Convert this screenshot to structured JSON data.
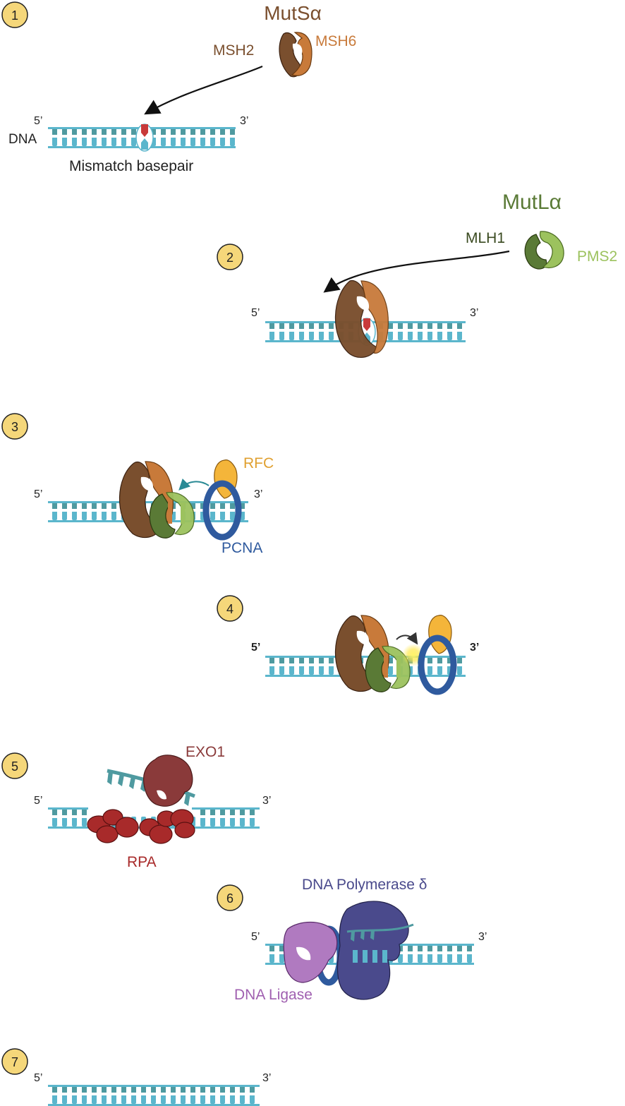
{
  "steps": [
    "1",
    "2",
    "3",
    "4",
    "5",
    "6",
    "7"
  ],
  "labels": {
    "mutsa": "MutSα",
    "msh2": "MSH2",
    "msh6": "MSH6",
    "dna": "DNA",
    "mismatch": "Mismatch basepair",
    "mutla": "MutLα",
    "mlh1": "MLH1",
    "pms2": "PMS2",
    "rfc": "RFC",
    "pcna": "PCNA",
    "exo1": "EXO1",
    "rpa": "RPA",
    "pol": "DNA Polymerase δ",
    "ligase": "DNA Ligase",
    "five": "5’",
    "three": "3’"
  },
  "colors": {
    "dna_light": "#5bb6cc",
    "dna_dark": "#4f9aa0",
    "msh2": "#7a4f2e",
    "msh6": "#c87a3a",
    "mlh1": "#5a7a36",
    "pms2": "#9cc25e",
    "rfc": "#f4b53a",
    "pcna": "#2f5a9e",
    "exo1": "#8a3a3a",
    "rpa": "#a82a2a",
    "pol": "#4a4a8c",
    "ligase": "#b07ac0",
    "step_fill": "#f5d77a",
    "mismatch": "#c83a3a"
  }
}
